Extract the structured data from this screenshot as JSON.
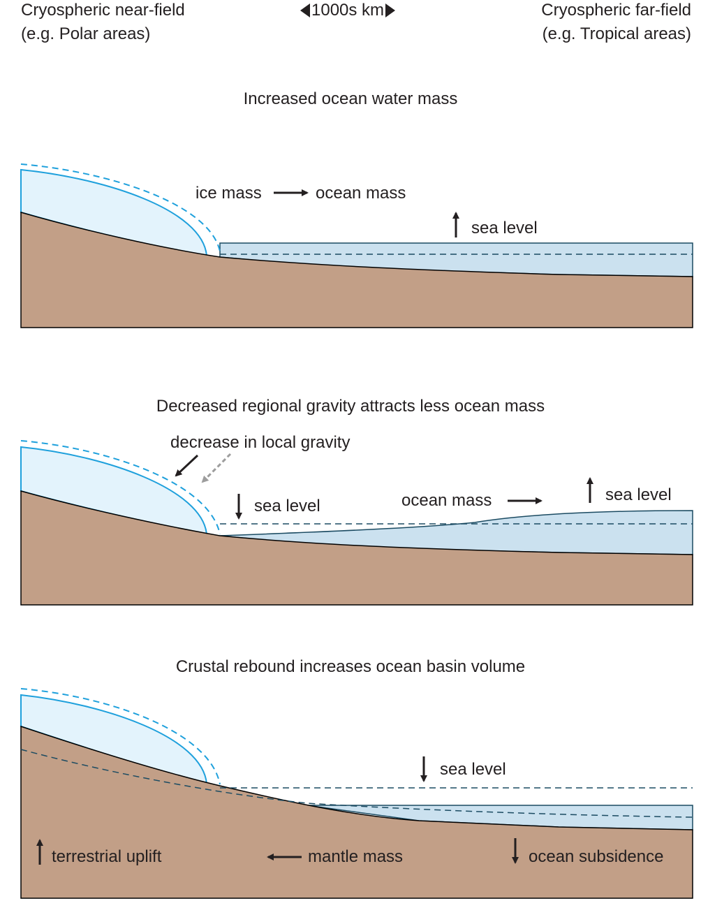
{
  "header": {
    "left_line1": "Cryospheric near-field",
    "left_line2": "(e.g. Polar areas)",
    "center": "1000s km",
    "right_line1": "Cryospheric far-field",
    "right_line2": "(e.g. Tropical areas)"
  },
  "panels": [
    {
      "title": "Increased ocean water mass",
      "labels": {
        "ice_mass": "ice mass",
        "ocean_mass": "ocean mass",
        "sea_level": "sea level"
      }
    },
    {
      "title": "Decreased regional gravity attracts less ocean mass",
      "labels": {
        "decrease_gravity": "decrease in local gravity",
        "sea_level_down": "sea level",
        "ocean_mass": "ocean mass",
        "sea_level_up": "sea level"
      }
    },
    {
      "title": "Crustal rebound increases ocean basin volume",
      "labels": {
        "sea_level": "sea level",
        "terrestrial_uplift": "terrestrial uplift",
        "mantle_mass": "mantle mass",
        "ocean_subsidence": "ocean subsidence"
      }
    }
  ],
  "colors": {
    "ground": "#c29f87",
    "ice_fill": "#e3f3fc",
    "ice_line": "#1ea0dc",
    "ocean_fill": "#cbe1ef",
    "ocean_line": "#1b4b62",
    "text": "#231f20",
    "gray_arrow": "#9d9d9d"
  }
}
